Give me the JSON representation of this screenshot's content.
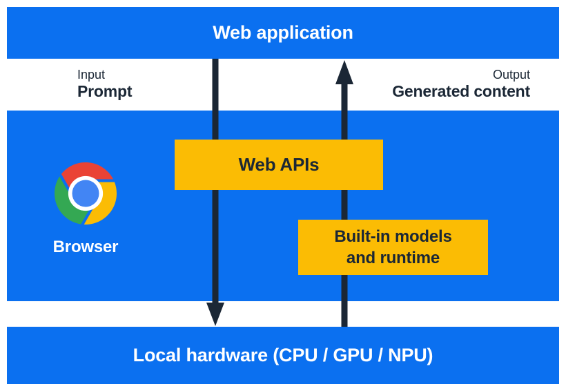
{
  "colors": {
    "blue": "#0b70f0",
    "yellow": "#fbbc04",
    "dark": "#1b2735",
    "white": "#ffffff",
    "chrome_red": "#ea4335",
    "chrome_green": "#34a853",
    "chrome_yellow": "#fbbc05",
    "chrome_blue": "#4285f4"
  },
  "top_bar": {
    "label": "Web application"
  },
  "io_band": {
    "input_label": "Input",
    "input_value": "Prompt",
    "output_label": "Output",
    "output_value": "Generated content"
  },
  "panel": {
    "browser_label": "Browser",
    "chrome_icon": "chrome-logo"
  },
  "cards": {
    "web_apis": {
      "label": "Web APIs"
    },
    "builtin": {
      "line1": "Built-in models",
      "line2": "and runtime"
    }
  },
  "bottom_bar": {
    "label": "Local hardware (CPU / GPU / NPU)"
  },
  "arrows": {
    "down": {
      "name": "input-flow-arrow",
      "direction": "down"
    },
    "up": {
      "name": "output-flow-arrow",
      "direction": "up"
    }
  }
}
